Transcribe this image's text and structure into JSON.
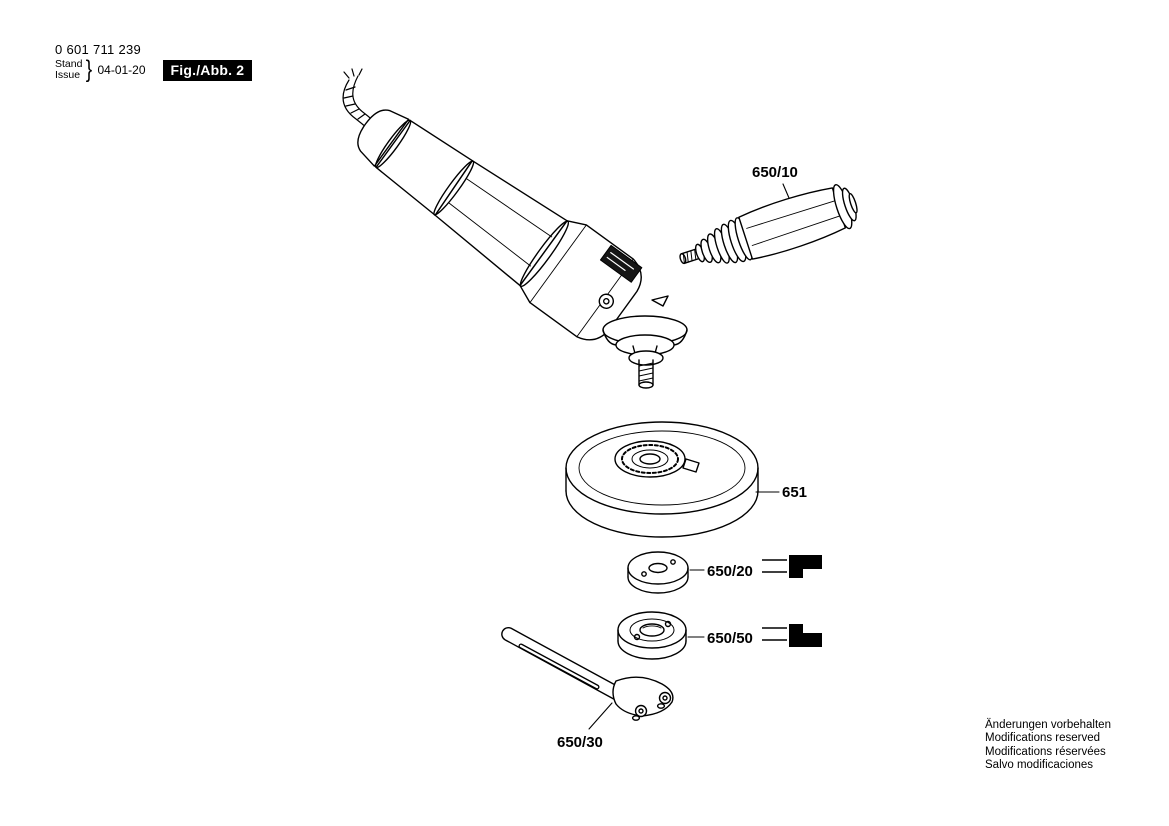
{
  "header": {
    "part_number": "0 601 711 239",
    "stand_label": "Stand",
    "issue_label": "Issue",
    "brace": "}",
    "date": "04-01-20",
    "figure_label": "Fig./Abb. 2"
  },
  "callouts": {
    "handle": "650/10",
    "guard": "651",
    "flange": "650/20",
    "clamp_nut": "650/50",
    "spanner": "650/30"
  },
  "footer": {
    "lines": [
      "Änderungen vorbehalten",
      "Modifications reserved",
      "Modifications réservées",
      "Salvo modificaciones"
    ]
  },
  "colors": {
    "ink": "#000000",
    "paper": "#ffffff"
  }
}
